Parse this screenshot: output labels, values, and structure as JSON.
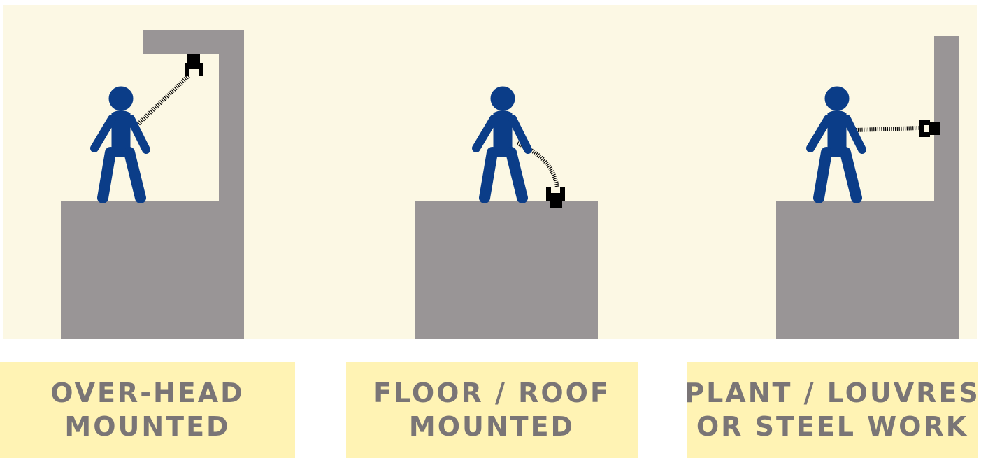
{
  "colors": {
    "scene_background": "#fcf8e4",
    "structure": "#999596",
    "person": "#0b3d88",
    "anchor": "#000000",
    "label_background": "#fff3b4",
    "label_text": "#7a7576"
  },
  "panels": [
    {
      "id": "overhead",
      "anchor_icon": "anchor-point-icon",
      "label_lines": [
        "OVER-HEAD",
        "MOUNTED"
      ]
    },
    {
      "id": "floor-roof",
      "anchor_icon": "anchor-point-icon",
      "label_lines": [
        "FLOOR / ROOF",
        "MOUNTED"
      ]
    },
    {
      "id": "plant-louvres",
      "anchor_icon": "anchor-point-icon",
      "label_lines": [
        "PLANT / LOUVRES",
        "OR STEEL WORK"
      ]
    }
  ]
}
